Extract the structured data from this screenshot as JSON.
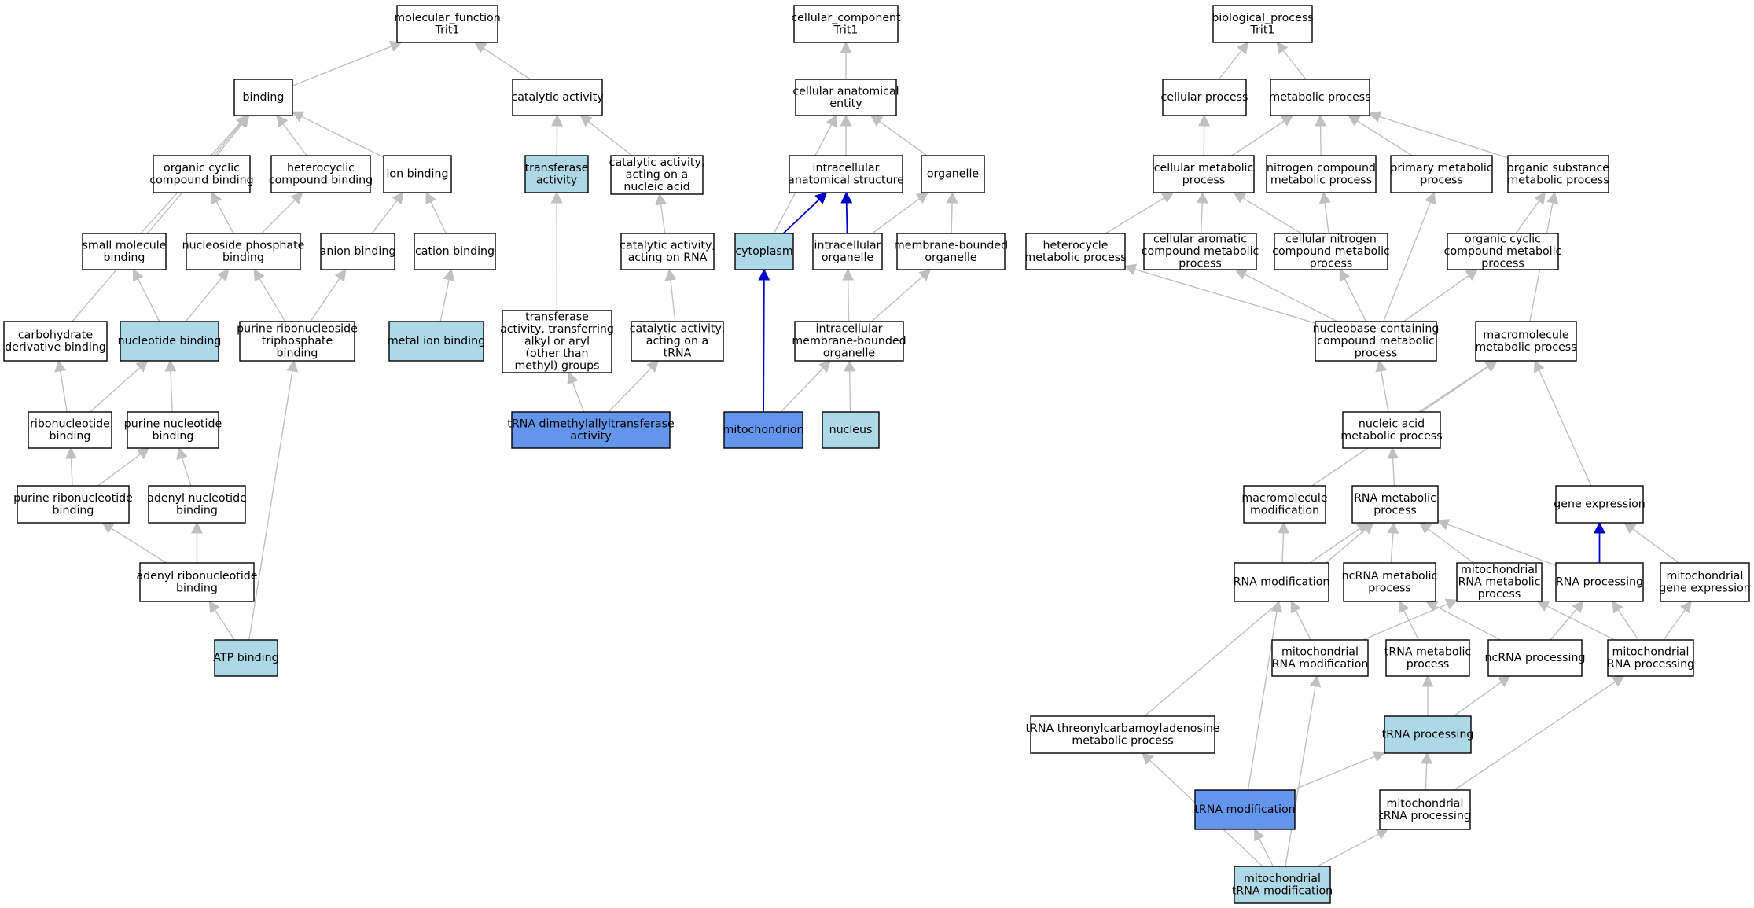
{
  "colors": {
    "node_plain": "#ffffff",
    "node_light": "#add8e6",
    "node_focus": "#6495ed",
    "edge_gray": "#c0c0c0",
    "edge_blue": "#0000cd"
  },
  "nodes": {
    "mf_root": {
      "lines": [
        "molecular_function",
        "Trit1"
      ],
      "style": "plain"
    },
    "binding": {
      "lines": [
        "binding"
      ],
      "style": "plain"
    },
    "catalytic_activity": {
      "lines": [
        "catalytic activity"
      ],
      "style": "plain"
    },
    "organic_cyclic_binding": {
      "lines": [
        "organic cyclic",
        "compound binding"
      ],
      "style": "plain"
    },
    "heterocyclic_binding": {
      "lines": [
        "heterocyclic",
        "compound binding"
      ],
      "style": "plain"
    },
    "ion_binding": {
      "lines": [
        "ion binding"
      ],
      "style": "plain"
    },
    "transferase_activity": {
      "lines": [
        "transferase",
        "activity"
      ],
      "style": "light"
    },
    "cat_nucleic_acid": {
      "lines": [
        "catalytic activity,",
        "acting on a",
        "nucleic acid"
      ],
      "style": "plain"
    },
    "small_molecule_binding": {
      "lines": [
        "small molecule",
        "binding"
      ],
      "style": "plain"
    },
    "nucleoside_phosphate_binding": {
      "lines": [
        "nucleoside phosphate",
        "binding"
      ],
      "style": "plain"
    },
    "anion_binding": {
      "lines": [
        "anion binding"
      ],
      "style": "plain"
    },
    "cation_binding": {
      "lines": [
        "cation binding"
      ],
      "style": "plain"
    },
    "cat_rna": {
      "lines": [
        "catalytic activity,",
        "acting on RNA"
      ],
      "style": "plain"
    },
    "carb_deriv_binding": {
      "lines": [
        "carbohydrate",
        "derivative binding"
      ],
      "style": "plain"
    },
    "nucleotide_binding": {
      "lines": [
        "nucleotide binding"
      ],
      "style": "light"
    },
    "purine_ribonucleoside_tp_binding": {
      "lines": [
        "purine ribonucleoside",
        "triphosphate",
        "binding"
      ],
      "style": "plain"
    },
    "metal_ion_binding": {
      "lines": [
        "metal ion binding"
      ],
      "style": "light"
    },
    "transferase_alkyl": {
      "lines": [
        "transferase",
        "activity, transferring",
        "alkyl or aryl",
        "(other than",
        "methyl) groups"
      ],
      "style": "plain"
    },
    "cat_trna": {
      "lines": [
        "catalytic activity,",
        "acting on a",
        "tRNA"
      ],
      "style": "plain"
    },
    "ribonucleotide_binding": {
      "lines": [
        "ribonucleotide",
        "binding"
      ],
      "style": "plain"
    },
    "purine_nucleotide_binding": {
      "lines": [
        "purine nucleotide",
        "binding"
      ],
      "style": "plain"
    },
    "trna_dmat": {
      "lines": [
        "tRNA dimethylallyltransferase",
        "activity"
      ],
      "style": "focus"
    },
    "purine_ribonucleotide_binding": {
      "lines": [
        "purine ribonucleotide",
        "binding"
      ],
      "style": "plain"
    },
    "adenyl_nucleotide_binding": {
      "lines": [
        "adenyl nucleotide",
        "binding"
      ],
      "style": "plain"
    },
    "adenyl_ribonucleotide_binding": {
      "lines": [
        "adenyl ribonucleotide",
        "binding"
      ],
      "style": "plain"
    },
    "atp_binding": {
      "lines": [
        "ATP binding"
      ],
      "style": "light"
    },
    "cc_root": {
      "lines": [
        "cellular_component",
        "Trit1"
      ],
      "style": "plain"
    },
    "cell_anat_entity": {
      "lines": [
        "cellular anatomical",
        "entity"
      ],
      "style": "plain"
    },
    "intracell_anat_struct": {
      "lines": [
        "intracellular",
        "anatomical structure"
      ],
      "style": "plain"
    },
    "organelle": {
      "lines": [
        "organelle"
      ],
      "style": "plain"
    },
    "cytoplasm": {
      "lines": [
        "cytoplasm"
      ],
      "style": "light"
    },
    "intracell_organelle": {
      "lines": [
        "intracellular",
        "organelle"
      ],
      "style": "plain"
    },
    "membrane_bounded_organelle": {
      "lines": [
        "membrane-bounded",
        "organelle"
      ],
      "style": "plain"
    },
    "intracell_mb_organelle": {
      "lines": [
        "intracellular",
        "membrane-bounded",
        "organelle"
      ],
      "style": "plain"
    },
    "mitochondrion": {
      "lines": [
        "mitochondrion"
      ],
      "style": "focus"
    },
    "nucleus": {
      "lines": [
        "nucleus"
      ],
      "style": "light"
    },
    "bp_root": {
      "lines": [
        "biological_process",
        "Trit1"
      ],
      "style": "plain"
    },
    "cellular_process": {
      "lines": [
        "cellular process"
      ],
      "style": "plain"
    },
    "metabolic_process": {
      "lines": [
        "metabolic process"
      ],
      "style": "plain"
    },
    "cellular_metabolic_process": {
      "lines": [
        "cellular metabolic",
        "process"
      ],
      "style": "plain"
    },
    "nitrogen_compound_mp": {
      "lines": [
        "nitrogen compound",
        "metabolic process"
      ],
      "style": "plain"
    },
    "primary_mp": {
      "lines": [
        "primary metabolic",
        "process"
      ],
      "style": "plain"
    },
    "organic_substance_mp": {
      "lines": [
        "organic substance",
        "metabolic process"
      ],
      "style": "plain"
    },
    "heterocycle_mp": {
      "lines": [
        "heterocycle",
        "metabolic process"
      ],
      "style": "plain"
    },
    "cell_aromatic_mp": {
      "lines": [
        "cellular aromatic",
        "compound metabolic",
        "process"
      ],
      "style": "plain"
    },
    "cell_nitrogen_mp": {
      "lines": [
        "cellular nitrogen",
        "compound metabolic",
        "process"
      ],
      "style": "plain"
    },
    "organic_cyclic_mp": {
      "lines": [
        "organic cyclic",
        "compound metabolic",
        "process"
      ],
      "style": "plain"
    },
    "nucleobase_mp": {
      "lines": [
        "nucleobase-containing",
        "compound metabolic",
        "process"
      ],
      "style": "plain"
    },
    "macromolecule_mp": {
      "lines": [
        "macromolecule",
        "metabolic process"
      ],
      "style": "plain"
    },
    "nucleic_acid_mp": {
      "lines": [
        "nucleic acid",
        "metabolic process"
      ],
      "style": "plain"
    },
    "macromolecule_mod": {
      "lines": [
        "macromolecule",
        "modification"
      ],
      "style": "plain"
    },
    "rna_mp": {
      "lines": [
        "RNA metabolic",
        "process"
      ],
      "style": "plain"
    },
    "gene_expression": {
      "lines": [
        "gene expression"
      ],
      "style": "plain"
    },
    "rna_modification": {
      "lines": [
        "RNA modification"
      ],
      "style": "plain"
    },
    "ncrna_mp": {
      "lines": [
        "ncRNA metabolic",
        "process"
      ],
      "style": "plain"
    },
    "mito_rna_mp": {
      "lines": [
        "mitochondrial",
        "RNA metabolic",
        "process"
      ],
      "style": "plain"
    },
    "rna_processing": {
      "lines": [
        "RNA processing"
      ],
      "style": "plain"
    },
    "mito_gene_expression": {
      "lines": [
        "mitochondrial",
        "gene expression"
      ],
      "style": "plain"
    },
    "mito_rna_modification": {
      "lines": [
        "mitochondrial",
        "RNA modification"
      ],
      "style": "plain"
    },
    "trna_mp": {
      "lines": [
        "tRNA metabolic",
        "process"
      ],
      "style": "plain"
    },
    "ncrna_processing": {
      "lines": [
        "ncRNA processing"
      ],
      "style": "plain"
    },
    "mito_rna_processing": {
      "lines": [
        "mitochondrial",
        "RNA processing"
      ],
      "style": "plain"
    },
    "trna_t6a_mp": {
      "lines": [
        "tRNA threonylcarbamoyladenosine",
        "metabolic process"
      ],
      "style": "plain"
    },
    "trna_processing": {
      "lines": [
        "tRNA processing"
      ],
      "style": "light"
    },
    "trna_modification": {
      "lines": [
        "tRNA modification"
      ],
      "style": "focus"
    },
    "mito_trna_processing": {
      "lines": [
        "mitochondrial",
        "tRNA processing"
      ],
      "style": "plain"
    },
    "mito_trna_modification": {
      "lines": [
        "mitochondrial",
        "tRNA modification"
      ],
      "style": "light"
    }
  },
  "edges": [
    {
      "from": "binding",
      "to": "mf_root",
      "color": "gray"
    },
    {
      "from": "catalytic_activity",
      "to": "mf_root",
      "color": "gray"
    },
    {
      "from": "organic_cyclic_binding",
      "to": "binding",
      "color": "gray"
    },
    {
      "from": "heterocyclic_binding",
      "to": "binding",
      "color": "gray"
    },
    {
      "from": "ion_binding",
      "to": "binding",
      "color": "gray"
    },
    {
      "from": "small_molecule_binding",
      "to": "binding",
      "color": "gray"
    },
    {
      "from": "carb_deriv_binding",
      "to": "binding",
      "color": "gray"
    },
    {
      "from": "transferase_activity",
      "to": "catalytic_activity",
      "color": "gray"
    },
    {
      "from": "cat_nucleic_acid",
      "to": "catalytic_activity",
      "color": "gray"
    },
    {
      "from": "nucleoside_phosphate_binding",
      "to": "organic_cyclic_binding",
      "color": "gray"
    },
    {
      "from": "nucleoside_phosphate_binding",
      "to": "heterocyclic_binding",
      "color": "gray"
    },
    {
      "from": "anion_binding",
      "to": "ion_binding",
      "color": "gray"
    },
    {
      "from": "cation_binding",
      "to": "ion_binding",
      "color": "gray"
    },
    {
      "from": "cat_rna",
      "to": "cat_nucleic_acid",
      "color": "gray"
    },
    {
      "from": "nucleotide_binding",
      "to": "small_molecule_binding",
      "color": "gray"
    },
    {
      "from": "nucleotide_binding",
      "to": "nucleoside_phosphate_binding",
      "color": "gray"
    },
    {
      "from": "purine_ribonucleoside_tp_binding",
      "to": "nucleoside_phosphate_binding",
      "color": "gray"
    },
    {
      "from": "purine_ribonucleoside_tp_binding",
      "to": "anion_binding",
      "color": "gray"
    },
    {
      "from": "metal_ion_binding",
      "to": "cation_binding",
      "color": "gray"
    },
    {
      "from": "transferase_alkyl",
      "to": "transferase_activity",
      "color": "gray"
    },
    {
      "from": "cat_trna",
      "to": "cat_rna",
      "color": "gray"
    },
    {
      "from": "ribonucleotide_binding",
      "to": "carb_deriv_binding",
      "color": "gray"
    },
    {
      "from": "ribonucleotide_binding",
      "to": "nucleotide_binding",
      "color": "gray"
    },
    {
      "from": "purine_nucleotide_binding",
      "to": "nucleotide_binding",
      "color": "gray"
    },
    {
      "from": "trna_dmat",
      "to": "transferase_alkyl",
      "color": "gray"
    },
    {
      "from": "trna_dmat",
      "to": "cat_trna",
      "color": "gray"
    },
    {
      "from": "purine_ribonucleotide_binding",
      "to": "ribonucleotide_binding",
      "color": "gray"
    },
    {
      "from": "purine_ribonucleotide_binding",
      "to": "purine_nucleotide_binding",
      "color": "gray"
    },
    {
      "from": "adenyl_nucleotide_binding",
      "to": "purine_nucleotide_binding",
      "color": "gray"
    },
    {
      "from": "adenyl_ribonucleotide_binding",
      "to": "purine_ribonucleotide_binding",
      "color": "gray"
    },
    {
      "from": "adenyl_ribonucleotide_binding",
      "to": "adenyl_nucleotide_binding",
      "color": "gray"
    },
    {
      "from": "atp_binding",
      "to": "adenyl_ribonucleotide_binding",
      "color": "gray"
    },
    {
      "from": "atp_binding",
      "to": "purine_ribonucleoside_tp_binding",
      "color": "gray"
    },
    {
      "from": "cell_anat_entity",
      "to": "cc_root",
      "color": "gray"
    },
    {
      "from": "intracell_anat_struct",
      "to": "cell_anat_entity",
      "color": "gray"
    },
    {
      "from": "organelle",
      "to": "cell_anat_entity",
      "color": "gray"
    },
    {
      "from": "cytoplasm",
      "to": "cell_anat_entity",
      "color": "gray"
    },
    {
      "from": "cytoplasm",
      "to": "intracell_anat_struct",
      "color": "blue"
    },
    {
      "from": "intracell_organelle",
      "to": "intracell_anat_struct",
      "color": "blue"
    },
    {
      "from": "intracell_organelle",
      "to": "organelle",
      "color": "gray"
    },
    {
      "from": "membrane_bounded_organelle",
      "to": "organelle",
      "color": "gray"
    },
    {
      "from": "intracell_mb_organelle",
      "to": "intracell_organelle",
      "color": "gray"
    },
    {
      "from": "intracell_mb_organelle",
      "to": "membrane_bounded_organelle",
      "color": "gray"
    },
    {
      "from": "mitochondrion",
      "to": "cytoplasm",
      "color": "blue"
    },
    {
      "from": "mitochondrion",
      "to": "intracell_mb_organelle",
      "color": "gray"
    },
    {
      "from": "nucleus",
      "to": "intracell_mb_organelle",
      "color": "gray"
    },
    {
      "from": "cellular_process",
      "to": "bp_root",
      "color": "gray"
    },
    {
      "from": "metabolic_process",
      "to": "bp_root",
      "color": "gray"
    },
    {
      "from": "cellular_metabolic_process",
      "to": "cellular_process",
      "color": "gray"
    },
    {
      "from": "cellular_metabolic_process",
      "to": "metabolic_process",
      "color": "gray"
    },
    {
      "from": "nitrogen_compound_mp",
      "to": "metabolic_process",
      "color": "gray"
    },
    {
      "from": "primary_mp",
      "to": "metabolic_process",
      "color": "gray"
    },
    {
      "from": "organic_substance_mp",
      "to": "metabolic_process",
      "color": "gray"
    },
    {
      "from": "heterocycle_mp",
      "to": "cellular_metabolic_process",
      "color": "gray"
    },
    {
      "from": "cell_aromatic_mp",
      "to": "cellular_metabolic_process",
      "color": "gray"
    },
    {
      "from": "cell_nitrogen_mp",
      "to": "cellular_metabolic_process",
      "color": "gray"
    },
    {
      "from": "cell_nitrogen_mp",
      "to": "nitrogen_compound_mp",
      "color": "gray"
    },
    {
      "from": "organic_cyclic_mp",
      "to": "organic_substance_mp",
      "color": "gray"
    },
    {
      "from": "nucleobase_mp",
      "to": "heterocycle_mp",
      "color": "gray"
    },
    {
      "from": "nucleobase_mp",
      "to": "cell_aromatic_mp",
      "color": "gray"
    },
    {
      "from": "nucleobase_mp",
      "to": "cell_nitrogen_mp",
      "color": "gray"
    },
    {
      "from": "nucleobase_mp",
      "to": "primary_mp",
      "color": "gray"
    },
    {
      "from": "nucleobase_mp",
      "to": "organic_cyclic_mp",
      "color": "gray"
    },
    {
      "from": "macromolecule_mp",
      "to": "organic_substance_mp",
      "color": "gray"
    },
    {
      "from": "nucleic_acid_mp",
      "to": "nucleobase_mp",
      "color": "gray"
    },
    {
      "from": "nucleic_acid_mp",
      "to": "macromolecule_mp",
      "color": "gray"
    },
    {
      "from": "macromolecule_mod",
      "to": "macromolecule_mp",
      "color": "gray"
    },
    {
      "from": "rna_mp",
      "to": "nucleic_acid_mp",
      "color": "gray"
    },
    {
      "from": "gene_expression",
      "to": "macromolecule_mp",
      "color": "gray"
    },
    {
      "from": "rna_modification",
      "to": "macromolecule_mod",
      "color": "gray"
    },
    {
      "from": "rna_modification",
      "to": "rna_mp",
      "color": "gray"
    },
    {
      "from": "ncrna_mp",
      "to": "rna_mp",
      "color": "gray"
    },
    {
      "from": "mito_rna_mp",
      "to": "rna_mp",
      "color": "gray"
    },
    {
      "from": "rna_processing",
      "to": "rna_mp",
      "color": "gray"
    },
    {
      "from": "rna_processing",
      "to": "gene_expression",
      "color": "blue"
    },
    {
      "from": "mito_gene_expression",
      "to": "gene_expression",
      "color": "gray"
    },
    {
      "from": "mito_rna_modification",
      "to": "rna_modification",
      "color": "gray"
    },
    {
      "from": "mito_rna_modification",
      "to": "mito_rna_mp",
      "color": "gray"
    },
    {
      "from": "trna_mp",
      "to": "ncrna_mp",
      "color": "gray"
    },
    {
      "from": "ncrna_processing",
      "to": "ncrna_mp",
      "color": "gray"
    },
    {
      "from": "ncrna_processing",
      "to": "rna_processing",
      "color": "gray"
    },
    {
      "from": "mito_rna_processing",
      "to": "mito_rna_mp",
      "color": "gray"
    },
    {
      "from": "mito_rna_processing",
      "to": "rna_processing",
      "color": "gray"
    },
    {
      "from": "mito_rna_processing",
      "to": "mito_gene_expression",
      "color": "gray"
    },
    {
      "from": "trna_t6a_mp",
      "to": "rna_mp",
      "color": "gray"
    },
    {
      "from": "trna_processing",
      "to": "trna_mp",
      "color": "gray"
    },
    {
      "from": "trna_processing",
      "to": "ncrna_processing",
      "color": "gray"
    },
    {
      "from": "trna_modification",
      "to": "rna_modification",
      "color": "gray"
    },
    {
      "from": "trna_modification",
      "to": "trna_processing",
      "color": "gray"
    },
    {
      "from": "mito_trna_processing",
      "to": "trna_processing",
      "color": "gray"
    },
    {
      "from": "mito_trna_processing",
      "to": "mito_rna_processing",
      "color": "gray"
    },
    {
      "from": "mito_trna_modification",
      "to": "trna_t6a_mp",
      "color": "gray"
    },
    {
      "from": "mito_trna_modification",
      "to": "trna_modification",
      "color": "gray"
    },
    {
      "from": "mito_trna_modification",
      "to": "mito_rna_modification",
      "color": "gray"
    },
    {
      "from": "mito_trna_modification",
      "to": "mito_trna_processing",
      "color": "gray"
    }
  ]
}
